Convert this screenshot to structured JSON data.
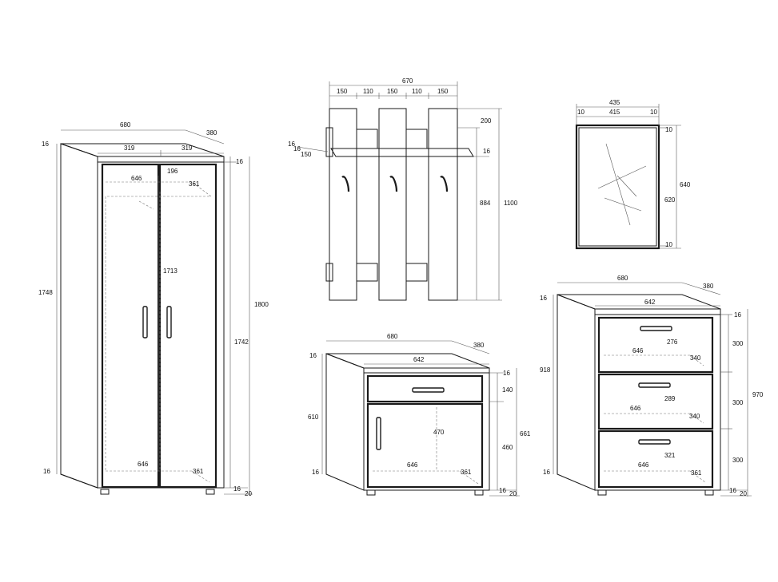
{
  "wardrobe": {
    "depth_top": "380",
    "width_top": "680",
    "door_left": "319",
    "door_right": "319",
    "top_thickness_left": "16",
    "top_thickness_right": "16",
    "inner_width_top": "646",
    "inner_depth_top": "196",
    "shelf_depth_top": "361",
    "inner_height": "1713",
    "outer_height_left": "1748",
    "total_height": "1800",
    "side_height": "1742",
    "bottom_thickness_left": "16",
    "inner_width_bottom": "646",
    "inner_depth_bottom": "361",
    "bottom_thickness_right": "16",
    "feet_height": "20"
  },
  "coat_rack": {
    "total_width": "670",
    "plank_1": "150",
    "gap_1": "110",
    "plank_2": "150",
    "gap_2": "110",
    "plank_3": "150",
    "top_height": "200",
    "shelf_thickness_left_a": "16",
    "shelf_thickness_left_b": "16",
    "shelf_depth": "150",
    "shelf_thickness_right": "16",
    "board_height": "884",
    "total_height": "1100"
  },
  "mirror": {
    "total_width": "435",
    "frame_left": "10",
    "glass_width": "415",
    "frame_right": "10",
    "frame_top": "10",
    "total_height": "640",
    "glass_height": "620",
    "frame_bottom": "10"
  },
  "shoe_cabinet": {
    "width": "680",
    "depth": "380",
    "top_thickness_left": "16",
    "inner_width_top": "642",
    "top_thickness_right": "16",
    "drawer_height": "140",
    "side_height": "610",
    "door_height": "470",
    "total_height": "661",
    "lower_height": "460",
    "bottom_thickness_left": "16",
    "inner_width_bottom": "646",
    "inner_depth_bottom": "361",
    "bottom_thickness_right": "16",
    "feet_height": "20"
  },
  "chest": {
    "width": "680",
    "depth": "380",
    "top_thickness_left": "16",
    "inner_width_top": "642",
    "top_thickness_right": "16",
    "drawer_1_height": "276",
    "drawer_1_width": "646",
    "drawer_1_depth": "340",
    "drawer_1_front": "300",
    "side_height": "918",
    "drawer_2_height": "289",
    "drawer_2_width": "646",
    "drawer_2_depth": "340",
    "drawer_2_front": "300",
    "total_height": "970",
    "drawer_3_height": "321",
    "drawer_3_width": "646",
    "drawer_3_depth": "361",
    "drawer_3_front": "300",
    "bottom_thickness_left": "16",
    "bottom_thickness_right": "16",
    "feet_height": "20"
  }
}
